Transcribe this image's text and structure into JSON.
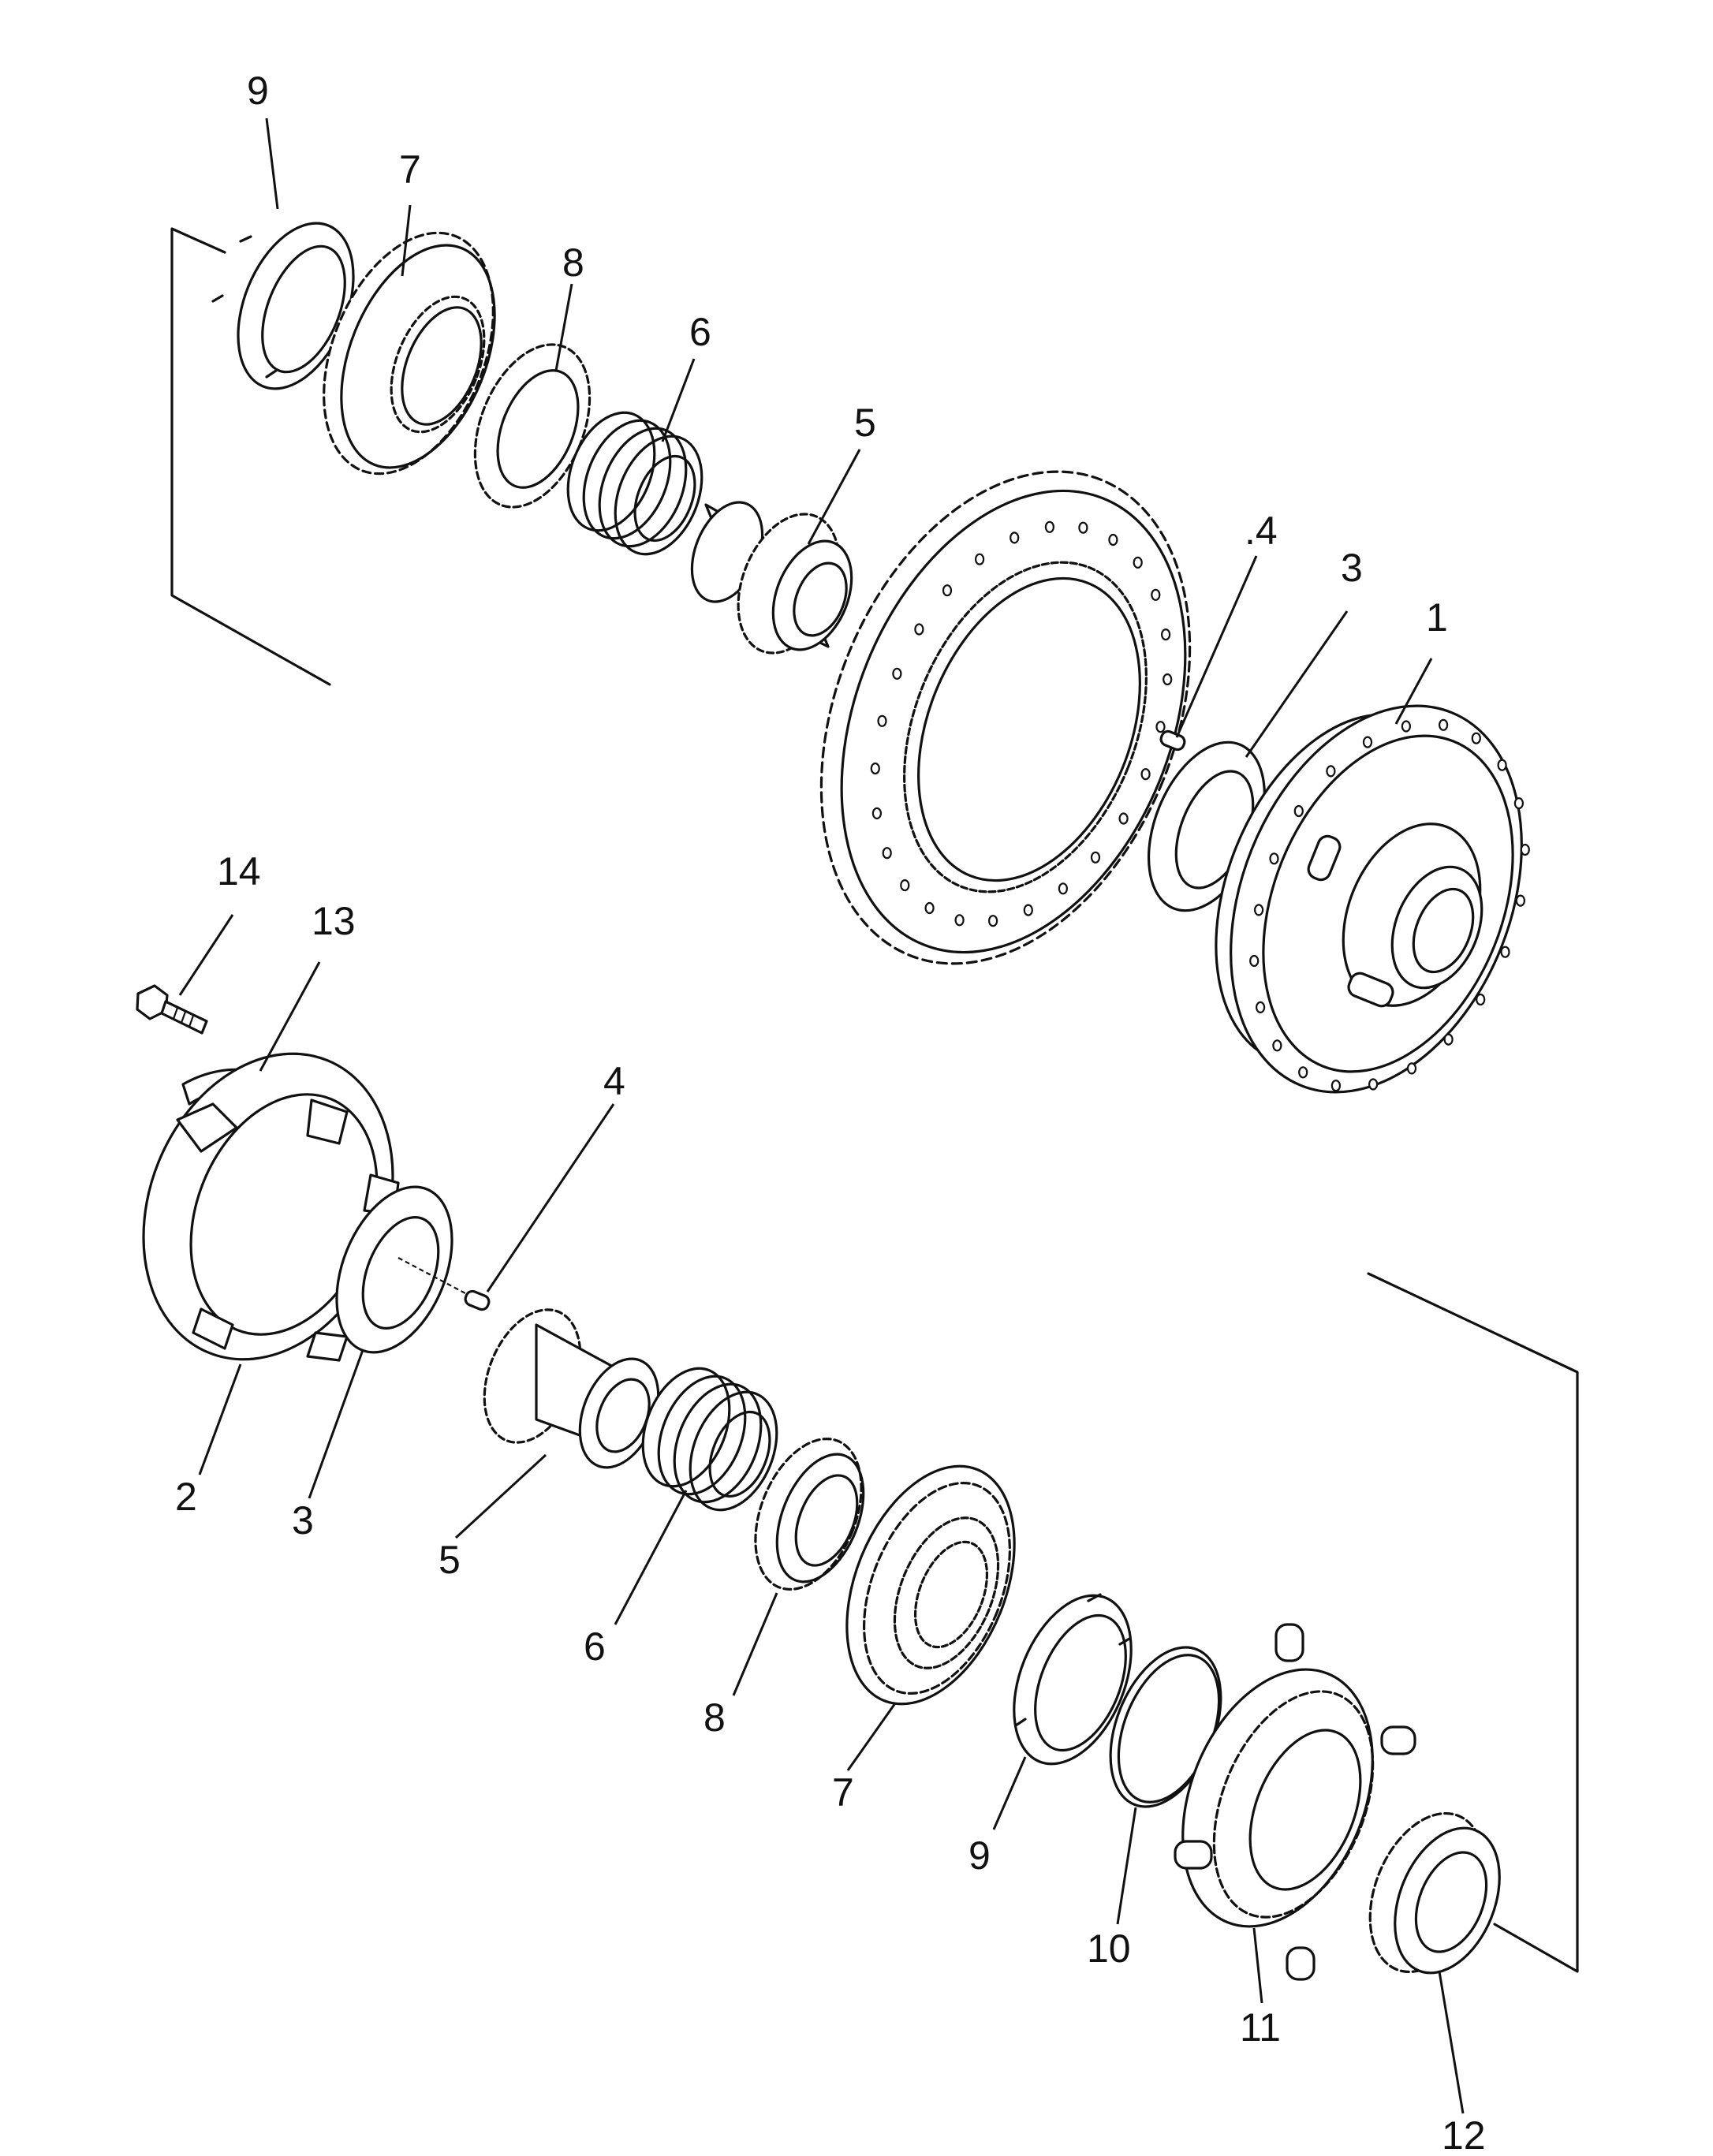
{
  "labels": {
    "upper": {
      "p9": "9",
      "p7": "7",
      "p8": "8",
      "p6": "6",
      "p5": "5",
      "p4": ".4",
      "p3": "3",
      "p1": "1"
    },
    "lower": {
      "p14": "14",
      "p13": "13",
      "p4": "4",
      "p2": "2",
      "p3": "3",
      "p5": "5",
      "p6": "6",
      "p8": "8",
      "p7": "7",
      "p9": "9",
      "p10": "10",
      "p11": "11",
      "p12": "12"
    }
  }
}
